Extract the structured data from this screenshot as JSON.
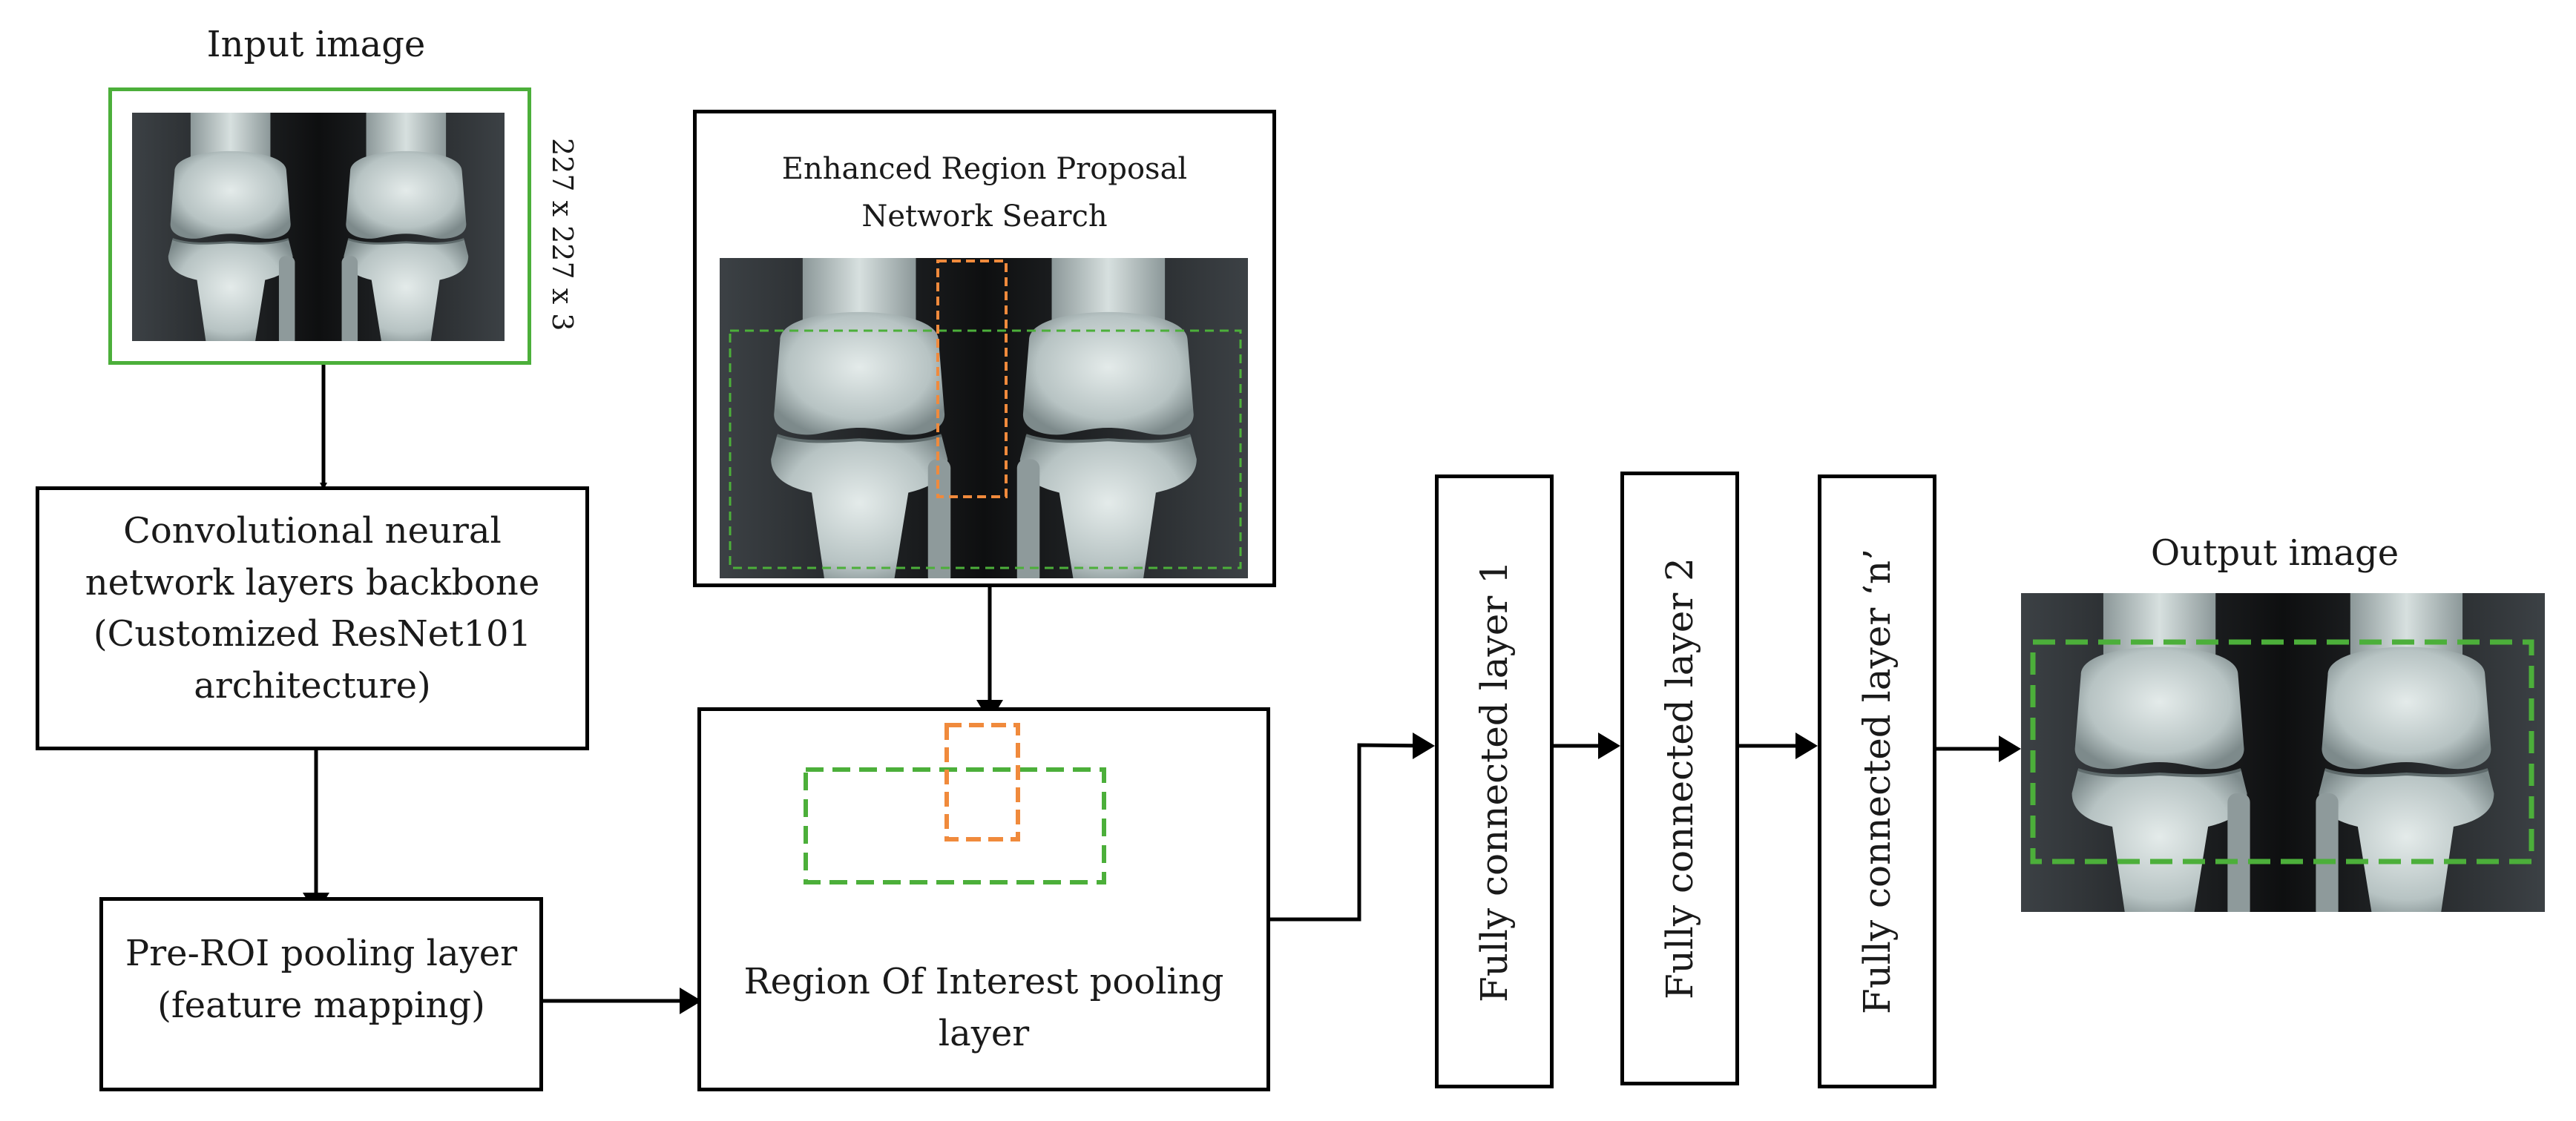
{
  "input": {
    "title": "Input image",
    "dimensions": "227 x 227 x 3"
  },
  "backbone": {
    "line1": "Convolutional neural",
    "line2": "network layers backbone",
    "line3": "(Customized ResNet101",
    "line4": "architecture)"
  },
  "preroi": {
    "line1": "Pre-ROI pooling layer",
    "line2": "(feature mapping)"
  },
  "rpn": {
    "line1": "Enhanced Region Proposal",
    "line2": "Network Search"
  },
  "roi": {
    "line1": "Region Of Interest pooling",
    "line2": "layer"
  },
  "fc_layers": [
    {
      "label": "Fully connected layer 1"
    },
    {
      "label": "Fully connected layer 2"
    },
    {
      "label": "Fully connected layer ‘n’"
    }
  ],
  "output": {
    "title": "Output image"
  },
  "colors": {
    "green": "#4CAF3A",
    "orange": "#F08A3C",
    "border": "#000000"
  },
  "icons": {
    "xray": "knee-xray-image"
  }
}
